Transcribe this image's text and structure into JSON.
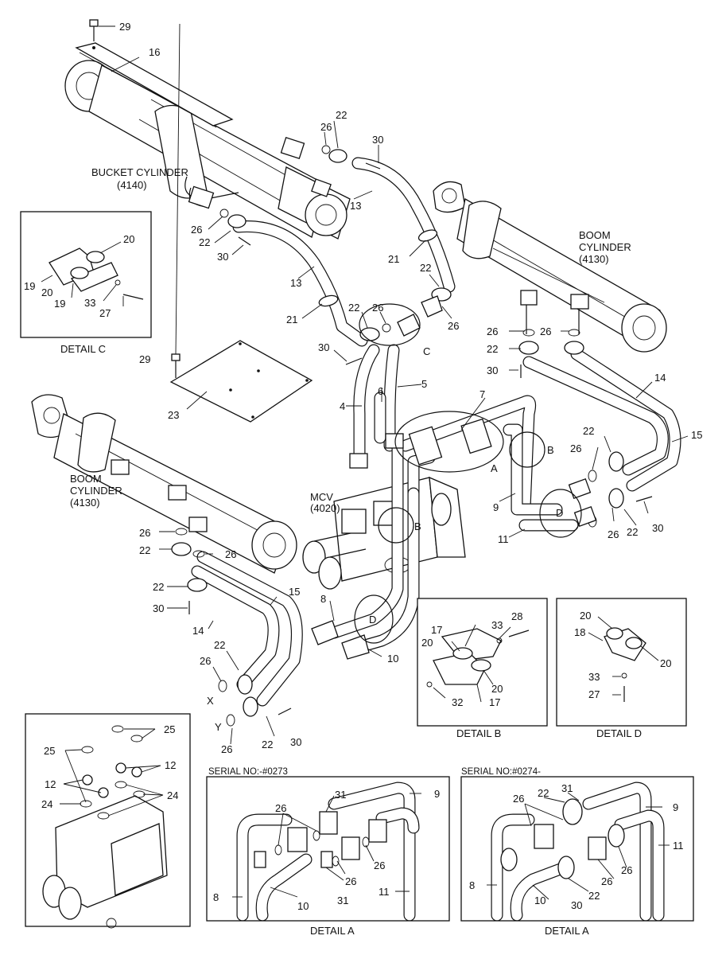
{
  "labels": {
    "bucket_cylinder": "BUCKET CYLINDER",
    "bucket_cylinder_no": "(4140)",
    "boom": "BOOM",
    "cylinder": "CYLINDER",
    "boom_cylinder_no": "(4130)",
    "mcv": "MCV",
    "mcv_no": "(4020)"
  },
  "details": {
    "detail_a": "DETAIL A",
    "detail_b": "DETAIL B",
    "detail_c": "DETAIL C",
    "detail_d": "DETAIL D",
    "serial_left": "SERIAL NO:-#0273",
    "serial_right": "SERIAL NO:#0274-"
  },
  "circle_letters": {
    "a": "A",
    "b": "B",
    "c": "C",
    "d": "D",
    "x": "X",
    "y": "Y"
  },
  "part_numbers": {
    "n4": "4",
    "n5": "5",
    "n6": "6",
    "n7": "7",
    "n8": "8",
    "n9": "9",
    "n10": "10",
    "n11": "11",
    "n12": "12",
    "n13": "13",
    "n14": "14",
    "n15": "15",
    "n16": "16",
    "n17": "17",
    "n18": "18",
    "n19": "19",
    "n20": "20",
    "n21": "21",
    "n22": "22",
    "n23": "23",
    "n24": "24",
    "n25": "25",
    "n26": "26",
    "n27": "27",
    "n28": "28",
    "n29": "29",
    "n30": "30",
    "n31": "31",
    "n32": "32",
    "n33": "33"
  }
}
